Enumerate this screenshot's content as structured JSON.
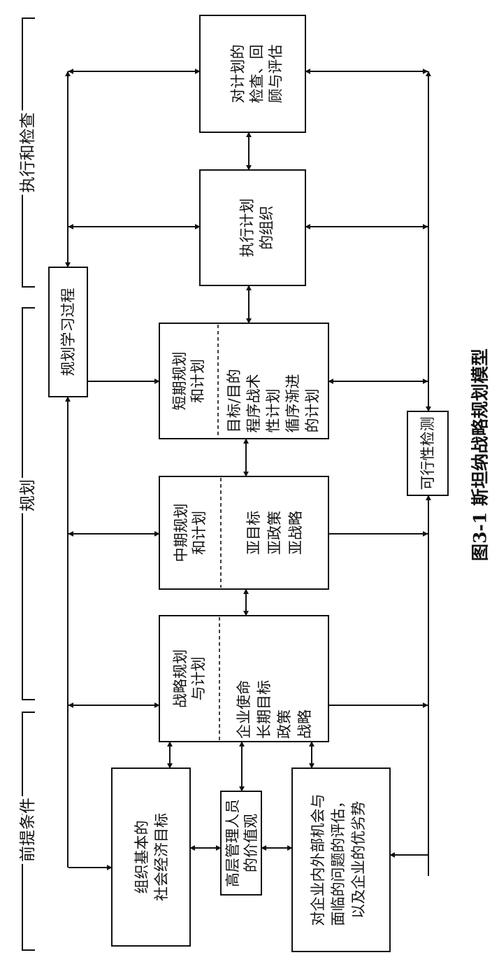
{
  "sections": {
    "premise": "前提条件",
    "planning": "规划",
    "execution": "执行和检查"
  },
  "boxes": {
    "org_goals": [
      "组织基本的",
      "社会经济目标"
    ],
    "mgmt_values": [
      "高层管理人员",
      "的价值观"
    ],
    "swot": [
      "对企业内外部机会与",
      "面临的问题的评估，",
      "以及企业的优劣势"
    ],
    "strategic_plan": {
      "title": [
        "战略规划",
        "与计划"
      ],
      "items": [
        "企业使命",
        "长期目标",
        "政策",
        "战略"
      ]
    },
    "mid_plan": {
      "title": [
        "中期规划",
        "和计划"
      ],
      "items": [
        "亚目标",
        "亚政策",
        "亚战略"
      ]
    },
    "short_plan": {
      "title": [
        "短期规划",
        "和计划"
      ],
      "items": [
        "目标/目的",
        "程序战术",
        "性计划",
        "循序渐进",
        "的计划"
      ]
    },
    "learning": "规划学习过程",
    "feasibility": "可行性检测",
    "execute": [
      "执行计划",
      "的组织"
    ],
    "review": [
      "对计划的",
      "检查、回",
      "顾与评估"
    ]
  },
  "caption": "图3-1   斯坦纳战略规划模型"
}
